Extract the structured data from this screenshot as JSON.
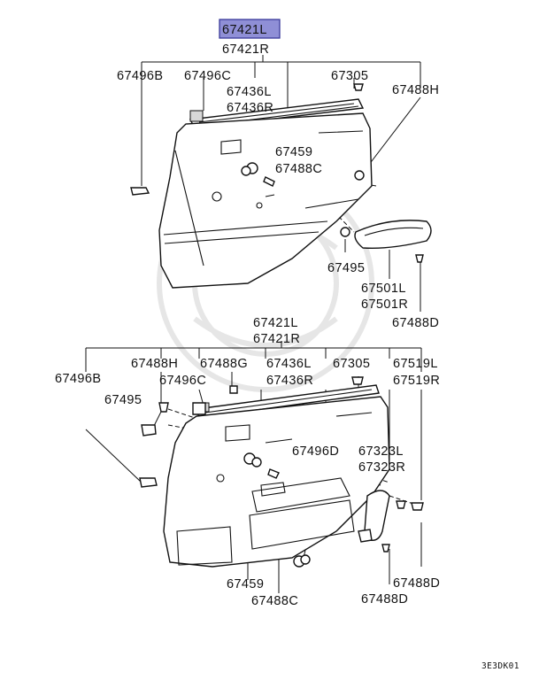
{
  "labels": {
    "main_l": "67421L",
    "main_r": "67421R",
    "t_67496b": "67496B",
    "t_67496c": "67496C",
    "t_67436l": "67436L",
    "t_67436r": "67436R",
    "t_67305": "67305",
    "t_67488h": "67488H",
    "t_67459": "67459",
    "t_67488c": "67488C",
    "t_67495": "67495",
    "t_67501l": "67501L",
    "t_67501r": "67501R",
    "t_67488d": "67488D",
    "b_67421l": "67421L",
    "b_67421r": "67421R",
    "b_67496b": "67496B",
    "b_67488h": "67488H",
    "b_67488g": "67488G",
    "b_67436l": "67436L",
    "b_67305": "67305",
    "b_67519l": "67519L",
    "b_67496c": "67496C",
    "b_67436r": "67436R",
    "b_67519r": "67519R",
    "b_67495": "67495",
    "b_67496d": "67496D",
    "b_67323l": "67323L",
    "b_67323r": "67323R",
    "b_67459": "67459",
    "b_67488c": "67488C",
    "b_67488d_1": "67488D",
    "b_67488d_2": "67488D",
    "figure_code": "3E3DK01"
  },
  "colors": {
    "highlight_fill": "#8f8fd6",
    "highlight_stroke": "#3a3a9a",
    "line": "#111111"
  }
}
